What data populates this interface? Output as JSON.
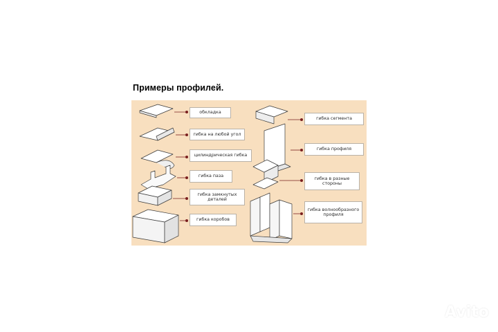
{
  "title": "Примеры профилей.",
  "labels": {
    "oblkladka": "обкладка",
    "any_angle": "гибка на любой угол",
    "cylindrical": "цилиндрическая гибка",
    "groove": "гибка паза",
    "closed_parts": "гибка замкнутых деталей",
    "boxes": "гибка коробов",
    "segment": "гибка сегмента",
    "profile": "гибка профиля",
    "diff_sides": "гибка в разные стороны",
    "wavy": "гибка волнообразного профиля"
  },
  "watermark": {
    "brand": "Avito"
  },
  "colors": {
    "panel": "#f8dfbf",
    "bullet": "#7a1f1f"
  }
}
